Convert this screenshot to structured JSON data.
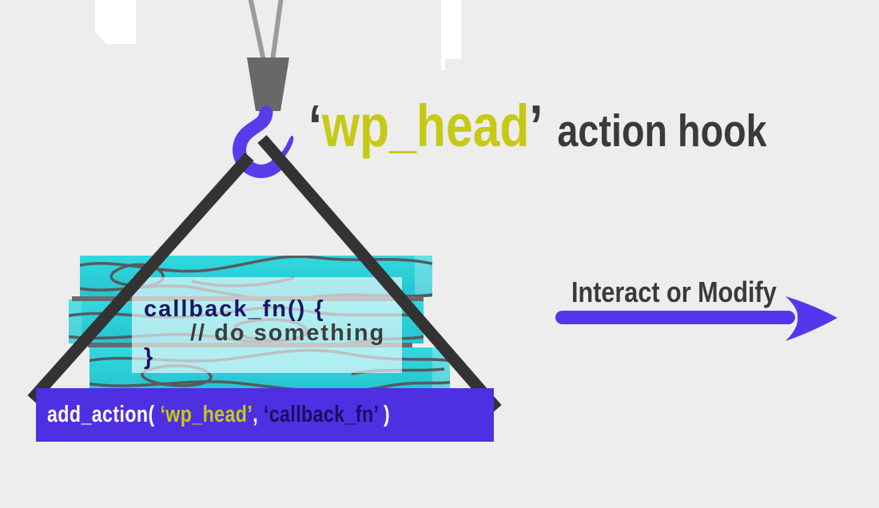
{
  "illustration": {
    "background_color": "#ededed",
    "title": {
      "quote_open": "‘",
      "hook_name": "wp_head",
      "quote_close": "’",
      "label": "action hook"
    },
    "crate_code": {
      "line1": "callback_fn() {",
      "line2": "// do something",
      "line3": "}"
    },
    "banner_code": {
      "prefix": "add_action( ",
      "hook_arg": "‘wp_head’",
      "comma": ", ",
      "callback_arg": "‘callback_fn’",
      "close": " )"
    },
    "arrow": {
      "label": "Interact or Modify"
    },
    "colors": {
      "accent_purple": "#4e2fe2",
      "hook_purple": "#5a3be9",
      "arrow_purple": "#5636ec",
      "accent_yellow": "#c6ca16",
      "plank_teal": "#2bd3da",
      "code_navy": "#1b1464",
      "banner_navy": "#170f60",
      "text_charcoal": "#3a3a3a",
      "strap_black": "#333333",
      "crane_gray": "#686868"
    }
  }
}
